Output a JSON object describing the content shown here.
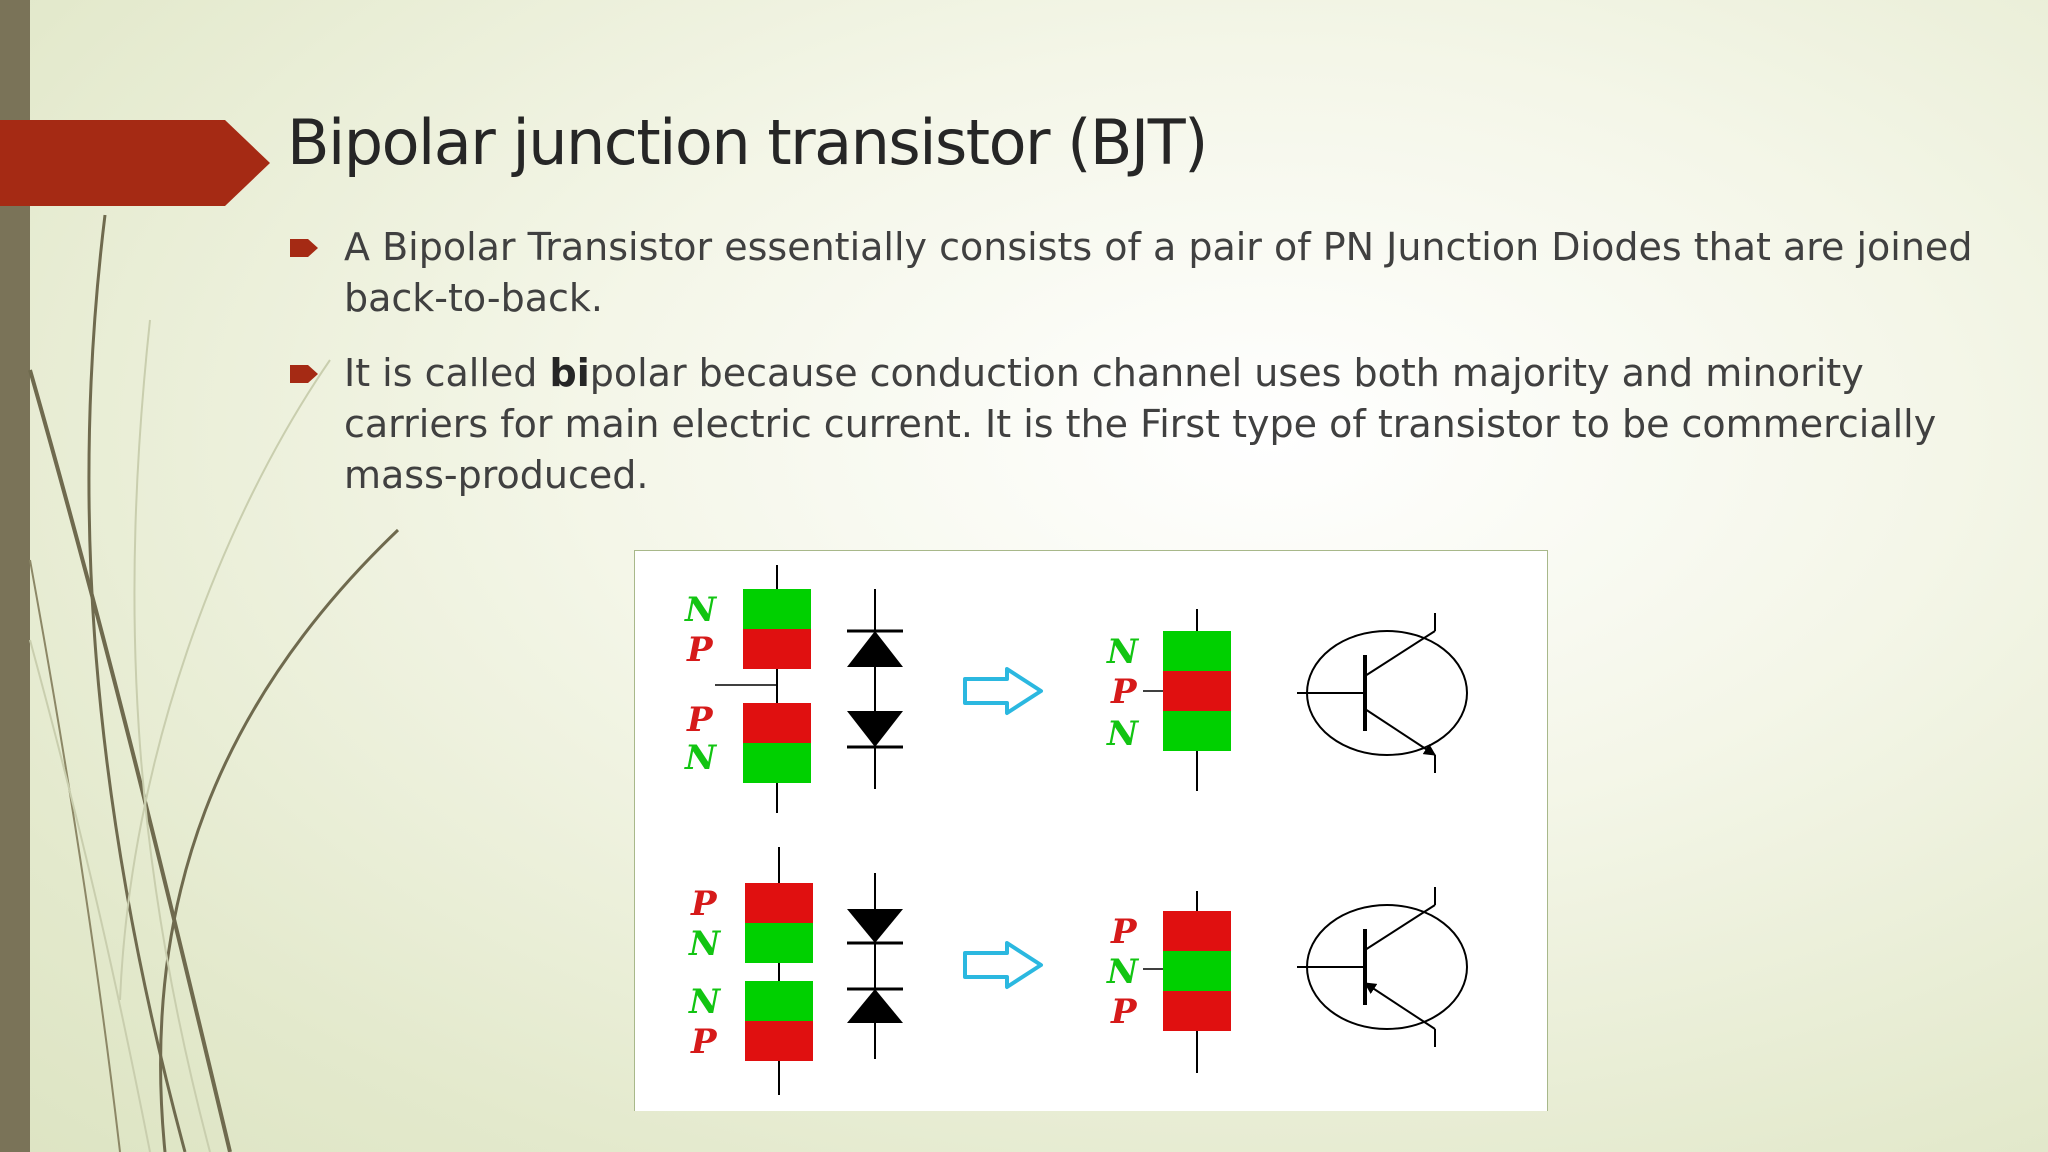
{
  "slide": {
    "title": "Bipolar junction transistor (BJT)",
    "bullets": [
      {
        "text": "A Bipolar Transistor essentially consists of a pair of PN Junction Diodes that are joined back-to-back."
      },
      {
        "prefix": "It is called ",
        "emphasis": "bi",
        "rest": "polar because conduction channel uses both majority and minority carriers for main electric current. It is the First type of transistor to be commercially mass-produced."
      }
    ]
  },
  "diagram": {
    "labels": {
      "n": "N",
      "p": "P"
    },
    "colors": {
      "n_region": "#00d000",
      "p_region": "#e01010",
      "arrow": "#2bb8e0",
      "accent": "#a52a14",
      "left_bar": "#7a7358"
    }
  },
  "icons": {
    "bullet": "arrow-bullet-icon",
    "title_marker": "title-arrow-icon"
  }
}
